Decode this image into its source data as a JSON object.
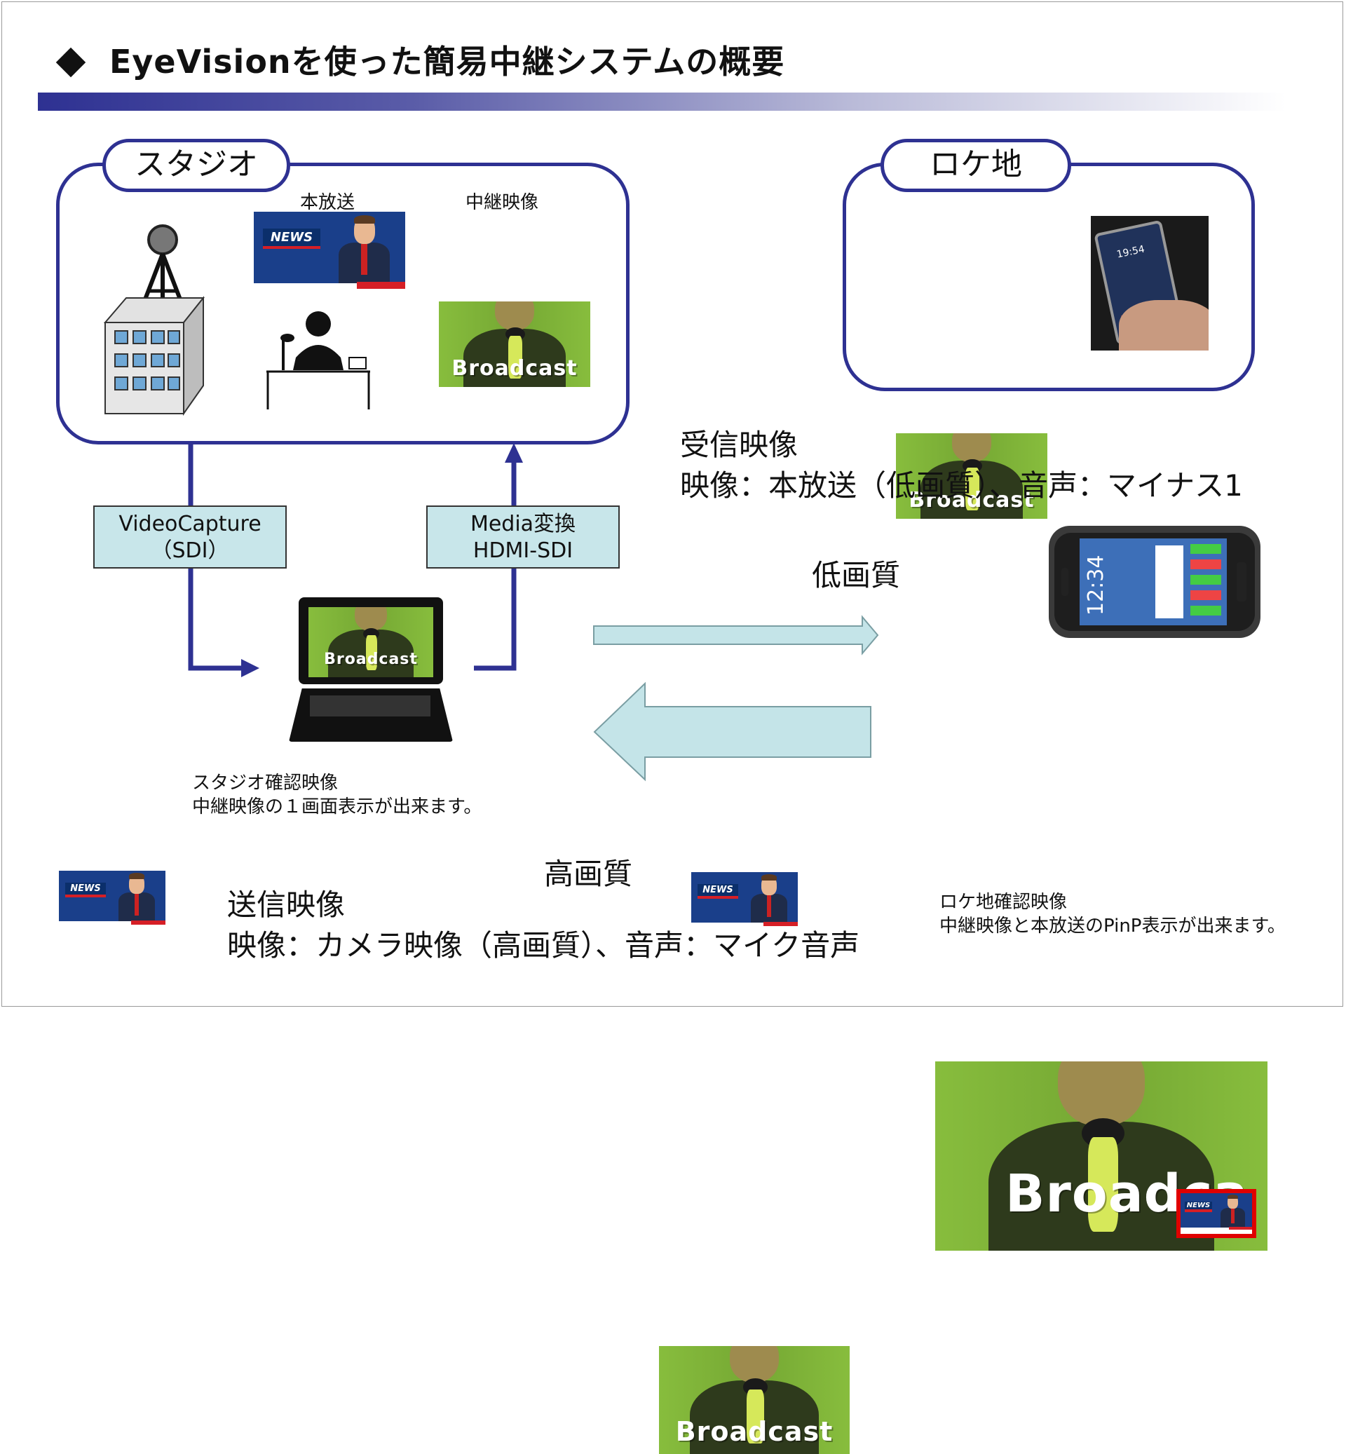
{
  "title": "EyeVisionを使った簡易中継システムの概要",
  "studio": {
    "label": "スタジオ",
    "main_broadcast_label": "本放送",
    "relay_video_label": "中継映像",
    "broadcast_word": "Broadcast",
    "news_word": "NEWS"
  },
  "location": {
    "label": "ロケ地",
    "broadcast_word": "Broadcast",
    "phone_time": "19:54"
  },
  "boxes": {
    "video_capture_line1": "VideoCapture",
    "video_capture_line2": "（SDI）",
    "media_convert_line1": "Media変換",
    "media_convert_line2": "HDMI-SDI"
  },
  "receive": {
    "heading": "受信映像",
    "detail": "映像：本放送（低画質）、音声：マイナス1",
    "quality": "低画質",
    "news_word": "NEWS",
    "phone_time": "12:34"
  },
  "send": {
    "heading": "送信映像",
    "detail": "映像：カメラ映像（高画質）、音声：マイク音声",
    "quality": "高画質",
    "broadcast_word": "Broadcast"
  },
  "laptop": {
    "broadcast_word": "Broadcast",
    "news_word": "NEWS"
  },
  "studio_check": {
    "line1": "スタジオ確認映像",
    "line2": "中継映像の１画面表示が出来ます。"
  },
  "location_check": {
    "line1": "ロケ地確認映像",
    "line2": "中継映像と本放送のPinP表示が出来ます。",
    "broadcast_word": "Broadca",
    "news_word": "NEWS"
  },
  "colors": {
    "accent": "#2e3192",
    "box_fill": "#c8e6ea",
    "arrow_fill": "#c4e4e8",
    "broadcast_green": "#7fb43a",
    "pinp_border": "#e00000"
  }
}
